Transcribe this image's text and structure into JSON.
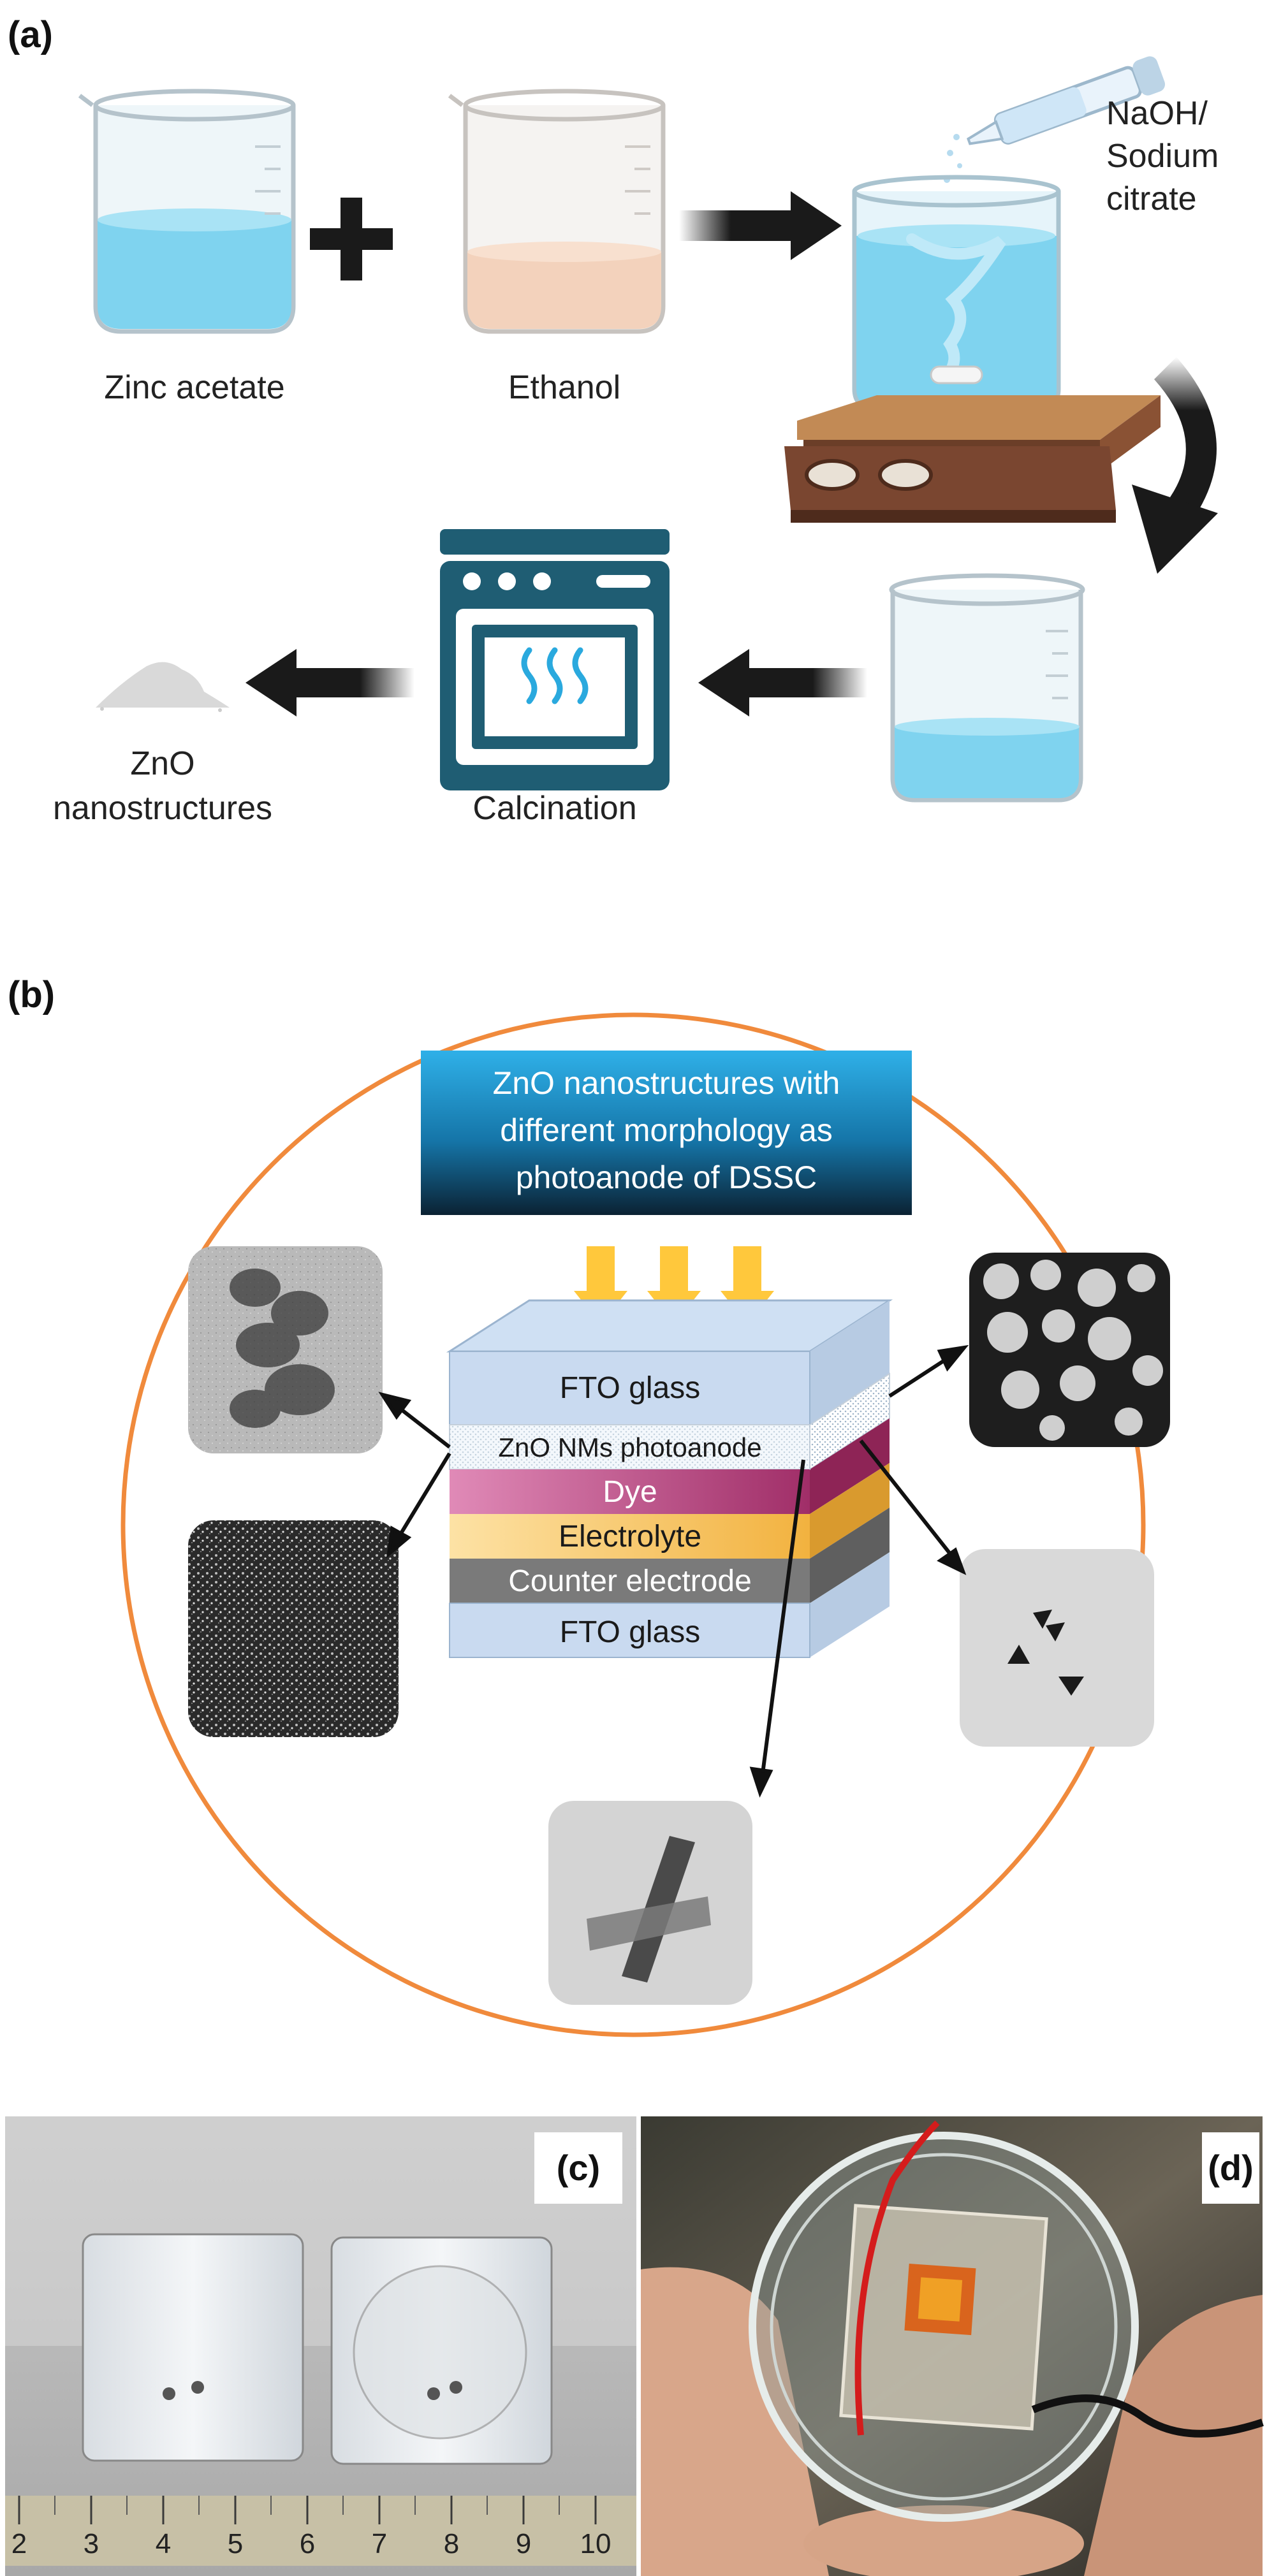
{
  "panel_a": {
    "label": "(a)",
    "beaker1_label": "Zinc acetate",
    "beaker2_label": "Ethanol",
    "reagent_label": [
      "NaOH/",
      "Sodium",
      "citrate"
    ],
    "oven_label": "Calcination",
    "product_label": [
      "ZnO",
      "nanostructures"
    ]
  },
  "panel_b": {
    "label": "(b)",
    "title_lines": [
      "ZnO nanostructures with",
      "different morphology as",
      "photoanode of DSSC"
    ],
    "layers": [
      "FTO glass",
      "ZnO NMs photoanode",
      "Dye",
      "Electrolyte",
      "Counter electrode",
      "FTO glass"
    ]
  },
  "panel_c": {
    "label": "(c)",
    "ruler_numbers": [
      "2",
      "3",
      "4",
      "5",
      "6",
      "7",
      "8",
      "9",
      "10"
    ]
  },
  "panel_d": {
    "label": "(d)"
  },
  "colors": {
    "water_blue": "#7fd3ef",
    "ethanol_peach": "#f3d2bc",
    "oven_teal": "#1f5d73",
    "arrow_black": "#1a1a1a",
    "circle_orange": "#f08a3c",
    "title_box_top": "#29a3dd",
    "title_box_bottom": "#0b2a3e",
    "sun_arrow": "#ffc83c",
    "fto": "#c9daf0",
    "zno": "#e8eff7",
    "dye": "#b5407a",
    "electrolyte": "#f6bf5a",
    "counter": "#7a7a7a"
  }
}
